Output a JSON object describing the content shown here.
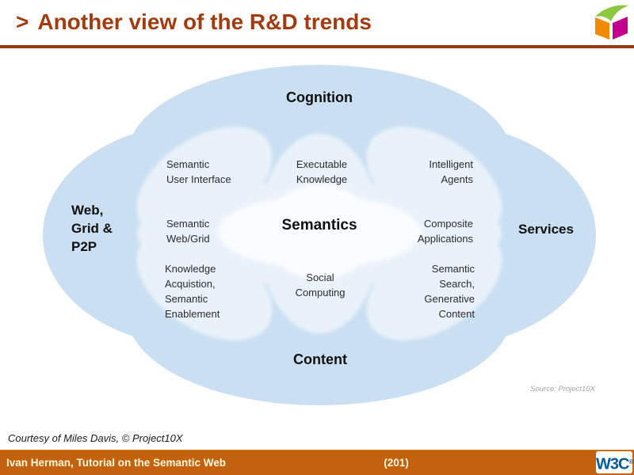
{
  "title": {
    "prefix": ">",
    "text": "Another view of the R&D trends"
  },
  "diagram": {
    "colors": {
      "base": "#cadff2",
      "overlap": "#e9f2fa",
      "center": "#fafdff"
    },
    "regions": {
      "top": "Cognition",
      "left": "Web,\nGrid &\nP2P",
      "right": "Services",
      "bottom": "Content",
      "center": "Semantics"
    },
    "overlap_labels": {
      "top_left": "Semantic\nUser Interface",
      "top_center": "Executable\nKnowledge",
      "top_right": "Intelligent\nAgents",
      "mid_left": "Semantic\nWeb/Grid",
      "mid_right": "Composite\nApplications",
      "bottom_left": "Knowledge\nAcquistion,\nSemantic\nEnablement",
      "bottom_center": "Social\nComputing",
      "bottom_right": "Semantic\nSearch,\nGenerative\nContent"
    },
    "source_note": "Source: Project10X"
  },
  "credit": "Courtesy of Miles Davis, © Project10X",
  "footer": {
    "author": "Ivan Herman, Tutorial on the Semantic Web",
    "page": "(201)",
    "w3c_label": "W3C",
    "w3c_reg": "®",
    "bar_color": "#c2610e"
  },
  "title_color": "#a33b10",
  "logo_colors": {
    "leaf": "#8dc63f",
    "left_face": "#f18a00",
    "right_face": "#c4008f"
  }
}
